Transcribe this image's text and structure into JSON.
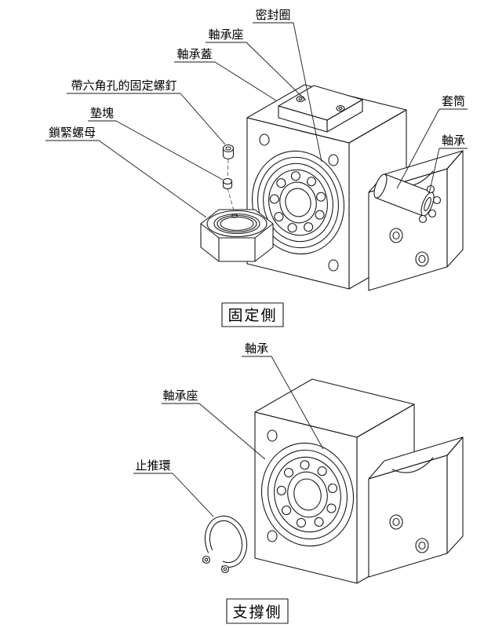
{
  "page": {
    "background": "#ffffff",
    "line_color": "#1a1a1a"
  },
  "fixed_side": {
    "caption": "固定側",
    "labels": {
      "seal_ring": "密封圈",
      "bearing_housing": "軸承座",
      "bearing_cover": "軸承蓋",
      "hex_socket_set_screw": "帶六角孔的固定螺釘",
      "spacer": "墊塊",
      "lock_nut": "鎖緊螺母",
      "sleeve": "套筒",
      "bearing": "軸承"
    }
  },
  "support_side": {
    "caption": "支撐側",
    "labels": {
      "bearing": "軸承",
      "bearing_housing": "軸承座",
      "thrust_ring": "止推環"
    }
  }
}
